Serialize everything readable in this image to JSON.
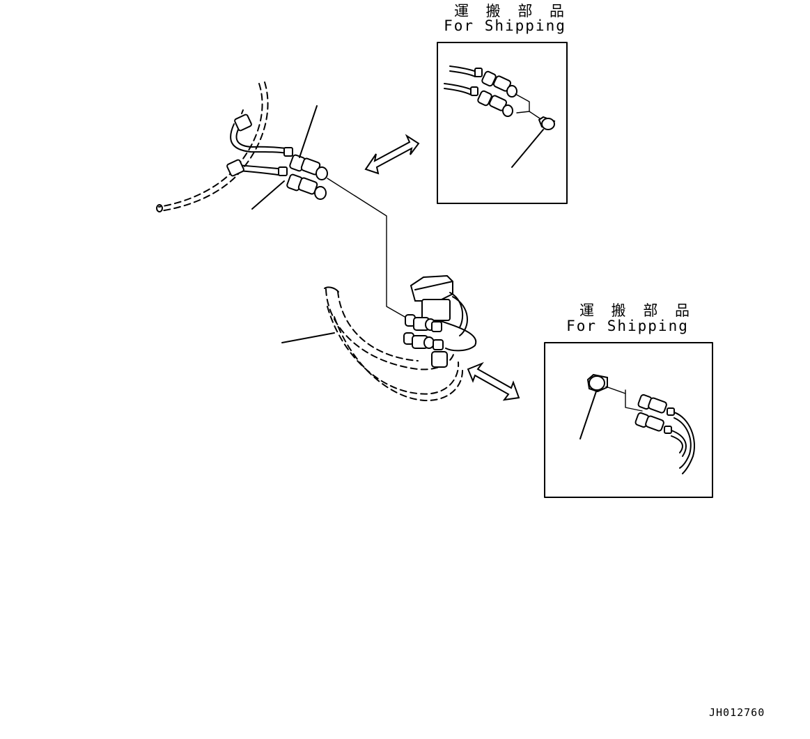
{
  "callouts": [
    {
      "jp": "運 搬 部 品",
      "en": "For Shipping"
    },
    {
      "jp": "運 搬 部 品",
      "en": "For Shipping"
    }
  ],
  "drawing_code": "JH012760"
}
